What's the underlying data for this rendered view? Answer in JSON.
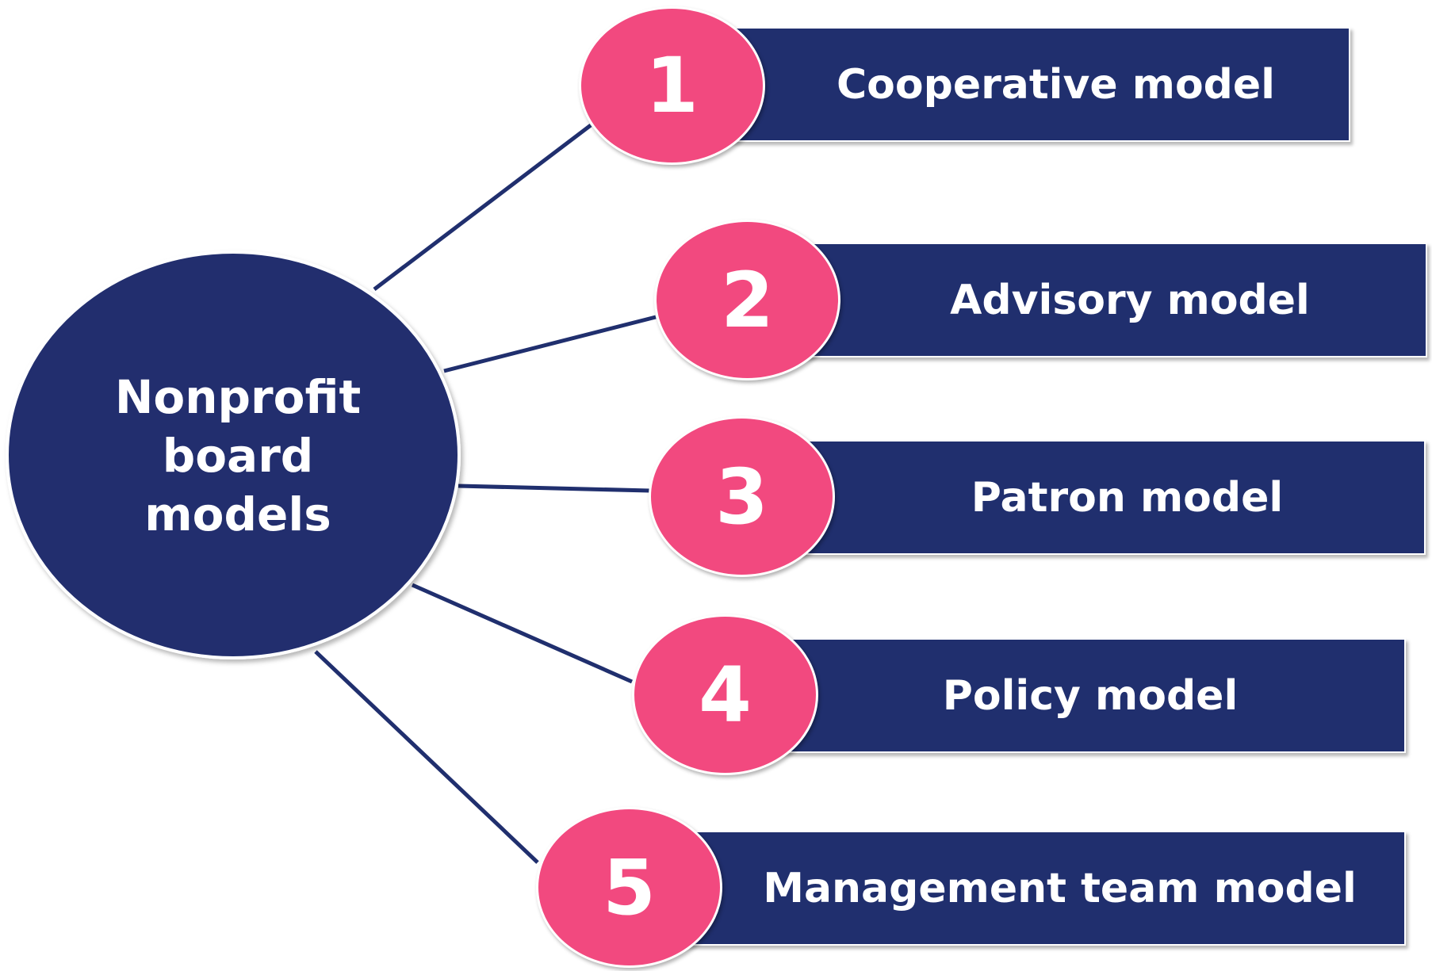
{
  "diagram": {
    "center": {
      "label": "Nonprofit\nboard\nmodels",
      "fill": "#202f6e"
    },
    "items": [
      {
        "number": "1",
        "label": "Cooperative model"
      },
      {
        "number": "2",
        "label": "Advisory model"
      },
      {
        "number": "3",
        "label": "Patron model"
      },
      {
        "number": "4",
        "label": "Policy model"
      },
      {
        "number": "5",
        "label": "Management team model"
      }
    ],
    "colors": {
      "navy": "#202f6e",
      "pink": "#f2497f",
      "connector": "#202f6e"
    }
  }
}
